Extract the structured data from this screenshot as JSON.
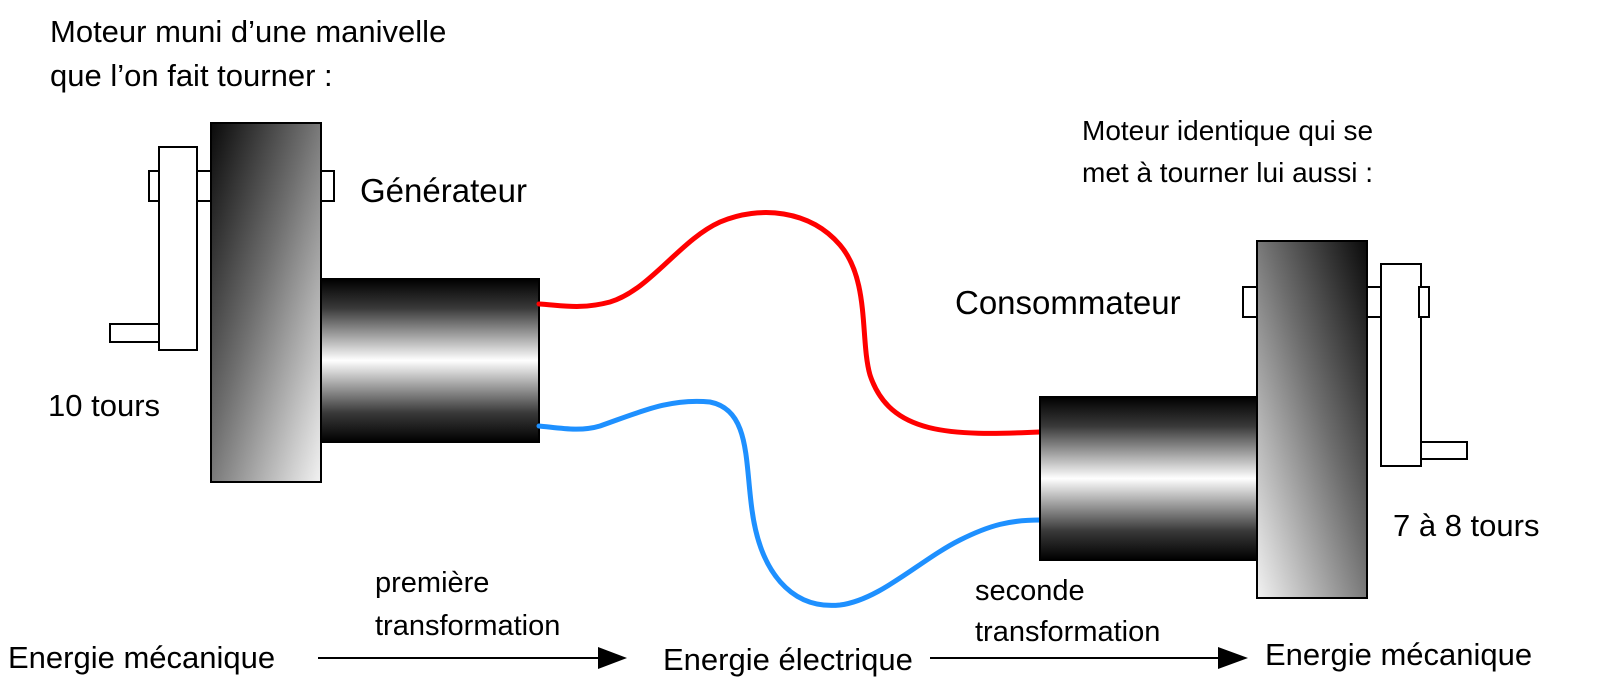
{
  "title": {
    "line1": "Moteur muni d’une manivelle",
    "line2": "que l’on fait tourner :"
  },
  "generator": {
    "label": "Générateur",
    "turns": "10 tours"
  },
  "consumer": {
    "description_line1": "Moteur identique qui se",
    "description_line2": "met à tourner lui aussi :",
    "label": "Consommateur",
    "turns": "7 à 8 tours"
  },
  "energy_chain": {
    "start": "Energie mécanique",
    "middle": "Energie électrique",
    "end": "Energie mécanique",
    "first_transformation_line1": "première",
    "first_transformation_line2": "transformation",
    "second_transformation_line1": "seconde",
    "second_transformation_line2": "transformation"
  },
  "colors": {
    "red_wire": "#ff0000",
    "blue_wire": "#1e90ff",
    "label_red": "#ff3b1f"
  }
}
